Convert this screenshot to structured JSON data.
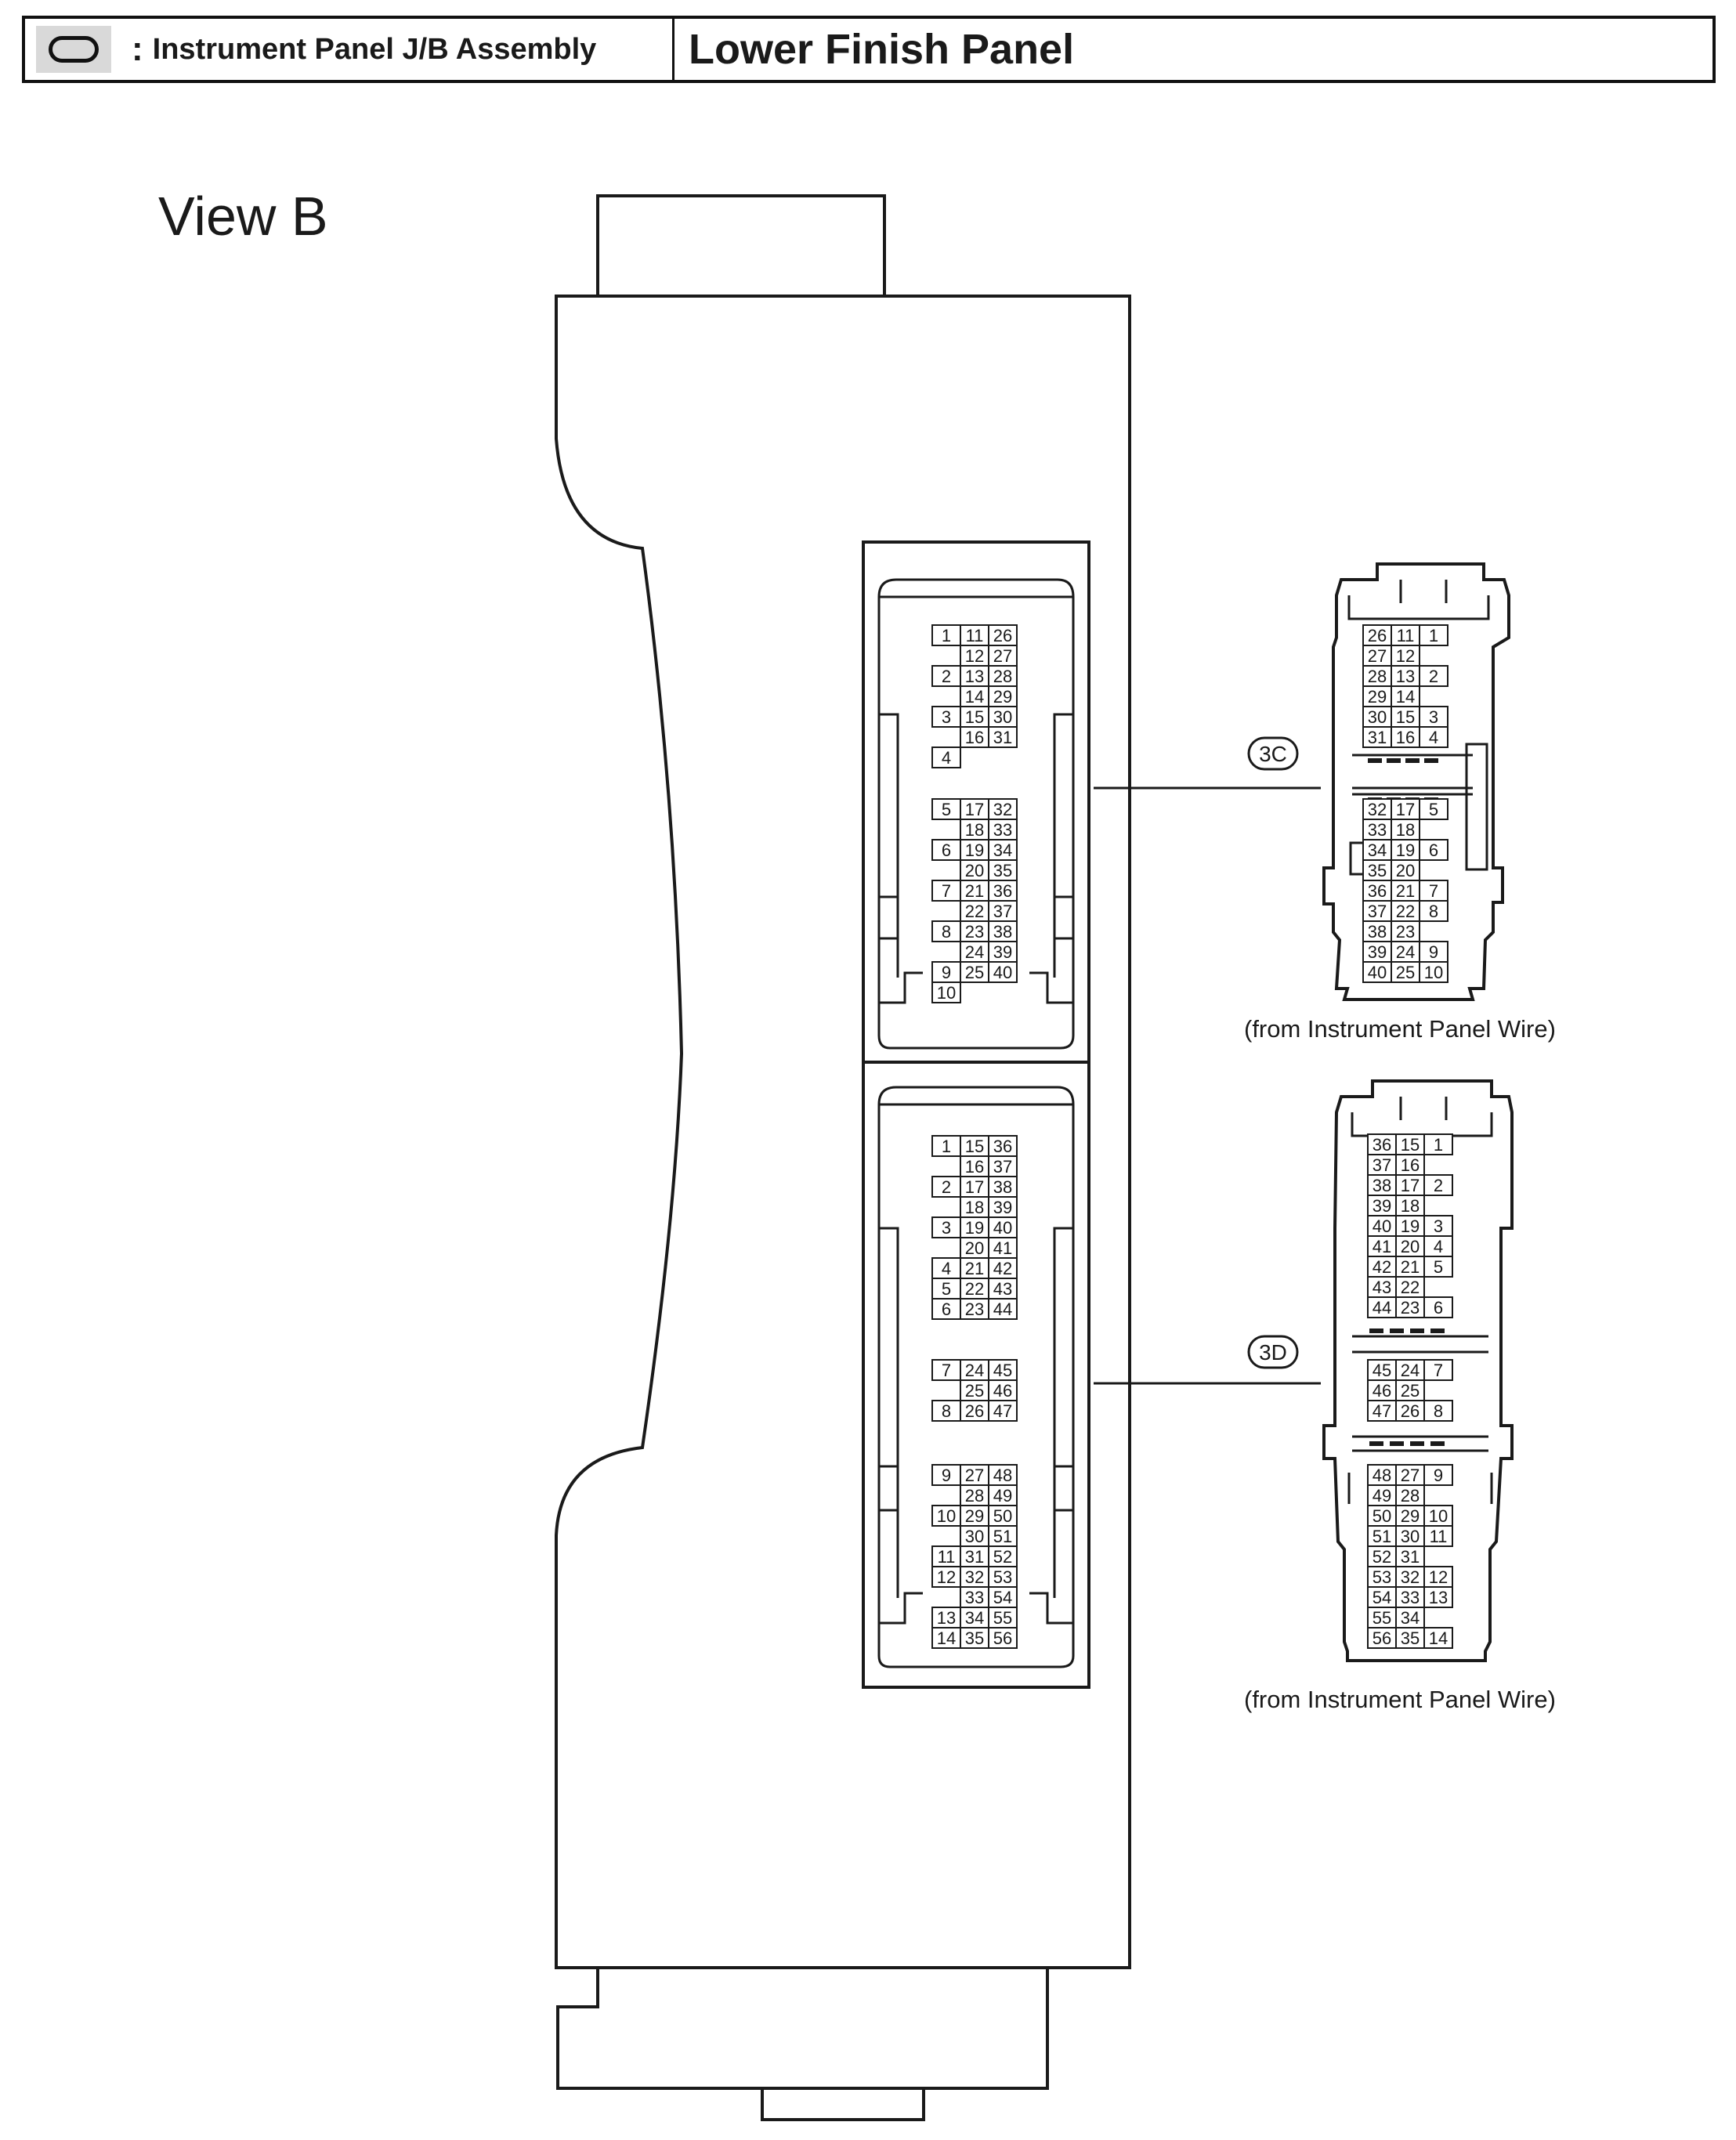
{
  "header": {
    "legend_label": "Instrument Panel J/B Assembly",
    "legend_colon": ":",
    "title": "Lower Finish Panel"
  },
  "view_label": "View B",
  "connectors": {
    "c3c": {
      "tag": "3C",
      "caption": "(from Instrument Panel Wire)",
      "socket_groups": [
        {
          "rows": [
            [
              "1",
              "11",
              "26"
            ],
            [
              "",
              "12",
              "27"
            ],
            [
              "2",
              "13",
              "28"
            ],
            [
              "",
              "14",
              "29"
            ],
            [
              "3",
              "15",
              "30"
            ],
            [
              "",
              "16",
              "31"
            ],
            [
              "4",
              "",
              ""
            ]
          ]
        },
        {
          "rows": [
            [
              "5",
              "17",
              "32"
            ],
            [
              "",
              "18",
              "33"
            ],
            [
              "6",
              "19",
              "34"
            ],
            [
              "",
              "20",
              "35"
            ],
            [
              "7",
              "21",
              "36"
            ],
            [
              "",
              "22",
              "37"
            ],
            [
              "8",
              "23",
              "38"
            ],
            [
              "",
              "24",
              "39"
            ],
            [
              "9",
              "25",
              "40"
            ],
            [
              "10",
              "",
              ""
            ]
          ]
        }
      ],
      "plug_groups": [
        {
          "rows": [
            [
              "26",
              "11",
              "1"
            ],
            [
              "27",
              "12",
              ""
            ],
            [
              "28",
              "13",
              "2"
            ],
            [
              "29",
              "14",
              ""
            ],
            [
              "30",
              "15",
              "3"
            ],
            [
              "31",
              "16",
              "4"
            ]
          ]
        },
        {
          "rows": [
            [
              "32",
              "17",
              "5"
            ],
            [
              "33",
              "18",
              ""
            ],
            [
              "34",
              "19",
              "6"
            ],
            [
              "35",
              "20",
              ""
            ],
            [
              "36",
              "21",
              "7"
            ],
            [
              "37",
              "22",
              "8"
            ],
            [
              "38",
              "23",
              ""
            ],
            [
              "39",
              "24",
              "9"
            ],
            [
              "40",
              "25",
              "10"
            ]
          ]
        }
      ]
    },
    "c3d": {
      "tag": "3D",
      "caption": "(from Instrument Panel Wire)",
      "socket_groups": [
        {
          "rows": [
            [
              "1",
              "15",
              "36"
            ],
            [
              "",
              "16",
              "37"
            ],
            [
              "2",
              "17",
              "38"
            ],
            [
              "",
              "18",
              "39"
            ],
            [
              "3",
              "19",
              "40"
            ],
            [
              "",
              "20",
              "41"
            ],
            [
              "4",
              "21",
              "42"
            ],
            [
              "5",
              "22",
              "43"
            ],
            [
              "6",
              "23",
              "44"
            ]
          ]
        },
        {
          "rows": [
            [
              "7",
              "24",
              "45"
            ],
            [
              "",
              "25",
              "46"
            ],
            [
              "8",
              "26",
              "47"
            ]
          ]
        },
        {
          "rows": [
            [
              "9",
              "27",
              "48"
            ],
            [
              "",
              "28",
              "49"
            ],
            [
              "10",
              "29",
              "50"
            ],
            [
              "",
              "30",
              "51"
            ],
            [
              "11",
              "31",
              "52"
            ],
            [
              "12",
              "32",
              "53"
            ],
            [
              "",
              "33",
              "54"
            ],
            [
              "13",
              "34",
              "55"
            ],
            [
              "14",
              "35",
              "56"
            ]
          ]
        }
      ],
      "plug_groups": [
        {
          "rows": [
            [
              "36",
              "15",
              "1"
            ],
            [
              "37",
              "16",
              ""
            ],
            [
              "38",
              "17",
              "2"
            ],
            [
              "39",
              "18",
              ""
            ],
            [
              "40",
              "19",
              "3"
            ],
            [
              "41",
              "20",
              "4"
            ],
            [
              "42",
              "21",
              "5"
            ],
            [
              "43",
              "22",
              ""
            ],
            [
              "44",
              "23",
              "6"
            ]
          ]
        },
        {
          "rows": [
            [
              "45",
              "24",
              "7"
            ],
            [
              "46",
              "25",
              ""
            ],
            [
              "47",
              "26",
              "8"
            ]
          ]
        },
        {
          "rows": [
            [
              "48",
              "27",
              "9"
            ],
            [
              "49",
              "28",
              ""
            ],
            [
              "50",
              "29",
              "10"
            ],
            [
              "51",
              "30",
              "11"
            ],
            [
              "52",
              "31",
              ""
            ],
            [
              "53",
              "32",
              "12"
            ],
            [
              "54",
              "33",
              "13"
            ],
            [
              "55",
              "34",
              ""
            ],
            [
              "56",
              "35",
              "14"
            ]
          ]
        }
      ]
    }
  }
}
